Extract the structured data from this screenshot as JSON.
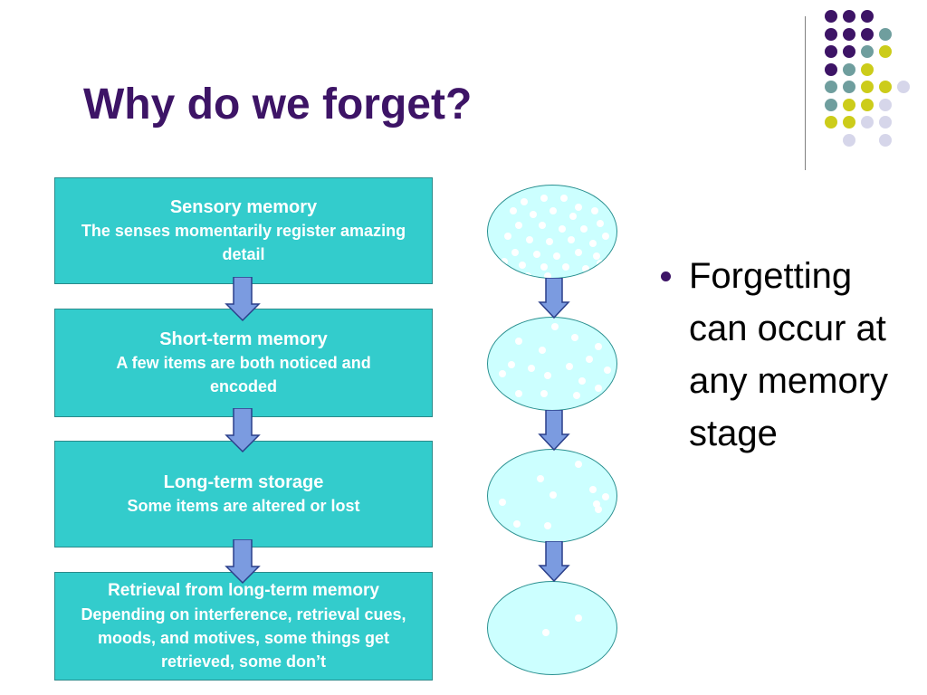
{
  "slide": {
    "title": "Why do we forget?"
  },
  "stages": [
    {
      "heading": "Sensory memory",
      "detail": "The senses momentarily register amazing detail"
    },
    {
      "heading": "Short-term memory",
      "detail": "A few items are both noticed and encoded"
    },
    {
      "heading": "Long-term storage",
      "detail": "Some items are altered or lost"
    },
    {
      "heading": "Retrieval from long-term memory",
      "detail": "Depending on interference, retrieval cues, moods, and motives, some things get retrieved, some don’t"
    }
  ],
  "bullet": {
    "text": "Forgetting can occur at any memory stage"
  },
  "colors": {
    "title": "#3d1466",
    "box_fill": "#33cccc",
    "circle_fill": "#ccffff",
    "arrow_fill": "#7b9be0",
    "dot_purple": "#3d1466",
    "dot_teal": "#6f9e9e",
    "dot_yellow": "#cccc1a",
    "dot_lavender": "#d6d6ea"
  }
}
